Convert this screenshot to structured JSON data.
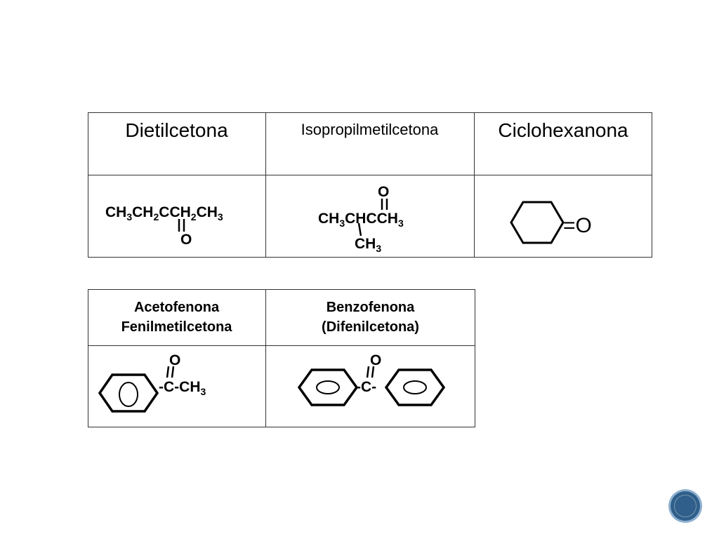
{
  "table1": {
    "headers": [
      "Dietilcetona",
      "Isopropilmetilcetona",
      "Ciclohexanona"
    ],
    "dietil_formula": {
      "o": "O"
    },
    "isopropil_formula": {
      "o_top": "O"
    },
    "ciclo_formula": {
      "oxo": "=O"
    }
  },
  "table2": {
    "col1_line1": "Acetofenona",
    "col1_line2": "Fenilmetilcetona",
    "col2_line1": "Benzofenona",
    "col2_line2": "(Difenilcetona)",
    "aceto": {
      "o": "O"
    },
    "benzo": {
      "o": "O",
      "mid": "-C-"
    }
  }
}
